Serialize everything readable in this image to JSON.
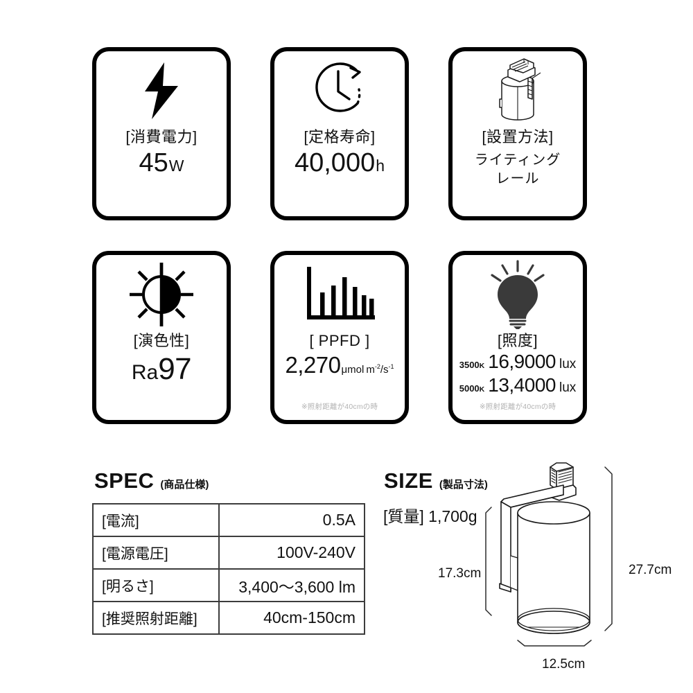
{
  "cards": [
    {
      "icon": "lightning-bolt-icon",
      "label": "[消費電力]",
      "value": "45",
      "unit": "W"
    },
    {
      "icon": "clock-icon",
      "label": "[定格寿命]",
      "value": "40,000",
      "unit": "h"
    },
    {
      "icon": "track-light-icon",
      "label": "[設置方法]",
      "sub_line1": "ライティング",
      "sub_line2": "レール"
    },
    {
      "icon": "half-sun-icon",
      "label": "[演色性]",
      "value_prefix": "Ra",
      "value": "97"
    },
    {
      "icon": "bar-chart-icon",
      "label": "[ PPFD ]",
      "value": "2,270",
      "unit_main": "μmol",
      "unit_m": "m",
      "unit_m_sup": "-2",
      "unit_slash": "/s",
      "unit_s_sup": "-1",
      "footnote": "※照射距離が40cmの時"
    },
    {
      "icon": "light-bulb-icon",
      "label": "[照度]",
      "rows": [
        {
          "temp": "3500",
          "temp_unit": "K",
          "value": "16,9000",
          "unit": "lux"
        },
        {
          "temp": "5000",
          "temp_unit": "K",
          "value": "13,4000",
          "unit": "lux"
        }
      ],
      "footnote": "※照射距離が40cmの時"
    }
  ],
  "spec": {
    "title": "SPEC",
    "paren": "(商品仕様)",
    "rows": [
      {
        "key": "[電流]",
        "value": "0.5A"
      },
      {
        "key": "[電源電圧]",
        "value": "100V-240V"
      },
      {
        "key": "[明るさ]",
        "value": "3,400〜3,600 lm"
      },
      {
        "key": "[推奨照射距離]",
        "value": "40cm-150cm"
      }
    ]
  },
  "size": {
    "title": "SIZE",
    "paren": "(製品寸法)",
    "mass_label": "[質量]",
    "mass_value": "1,700g",
    "dimensions": {
      "left": "17.3cm",
      "right": "27.7cm",
      "bottom": "12.5cm"
    }
  },
  "colors": {
    "ink": "#111111",
    "card_border": "#000000",
    "table_border": "#3c3c3c",
    "footnote": "#b2b2b2",
    "bulb_fill": "#3a3a3a"
  }
}
